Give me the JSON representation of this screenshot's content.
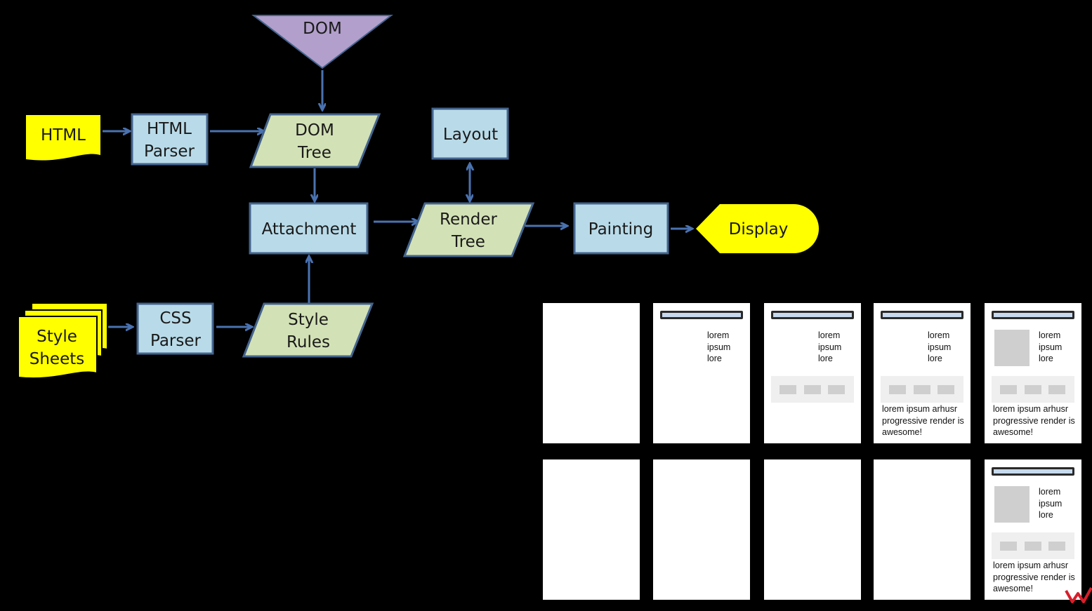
{
  "diagram": {
    "nodes": {
      "dom": "DOM",
      "html": "HTML",
      "html_parser": [
        "HTML",
        "Parser"
      ],
      "dom_tree": [
        "DOM",
        "Tree"
      ],
      "layout": "Layout",
      "attachment": "Attachment",
      "render_tree": [
        "Render",
        "Tree"
      ],
      "painting": "Painting",
      "display": "Display",
      "style_sheets": [
        "Style",
        "Sheets"
      ],
      "css_parser": [
        "CSS",
        "Parser"
      ],
      "style_rules": [
        "Style",
        "Rules"
      ]
    },
    "colors": {
      "process": "#b9dbe9",
      "data": "#d3e2b6",
      "terminal": "#ffff00",
      "dom_triangle": "#b29fcb",
      "arrow": "#4a72b0",
      "border": "#44648e"
    }
  },
  "frames": {
    "lorem_short": "lorem\nipsum\nlore",
    "caption": "lorem ipsum arhusr progressive render is awesome!",
    "top_row": [
      {
        "bar": false,
        "image": false,
        "text": false,
        "strip": false,
        "caption": false
      },
      {
        "bar": true,
        "image": false,
        "text": true,
        "strip": false,
        "caption": false
      },
      {
        "bar": true,
        "image": false,
        "text": true,
        "strip": true,
        "caption": false
      },
      {
        "bar": true,
        "image": false,
        "text": true,
        "strip": true,
        "caption": true
      },
      {
        "bar": true,
        "image": true,
        "text": true,
        "strip": true,
        "caption": true
      }
    ],
    "bottom_row": [
      {
        "bar": false,
        "image": false,
        "text": false,
        "strip": false,
        "caption": false
      },
      {
        "bar": false,
        "image": false,
        "text": false,
        "strip": false,
        "caption": false
      },
      {
        "bar": false,
        "image": false,
        "text": false,
        "strip": false,
        "caption": false
      },
      {
        "bar": false,
        "image": false,
        "text": false,
        "strip": false,
        "caption": false
      },
      {
        "bar": true,
        "image": true,
        "text": true,
        "strip": true,
        "caption": true
      }
    ]
  },
  "watermark_icon": "w-logo-icon"
}
